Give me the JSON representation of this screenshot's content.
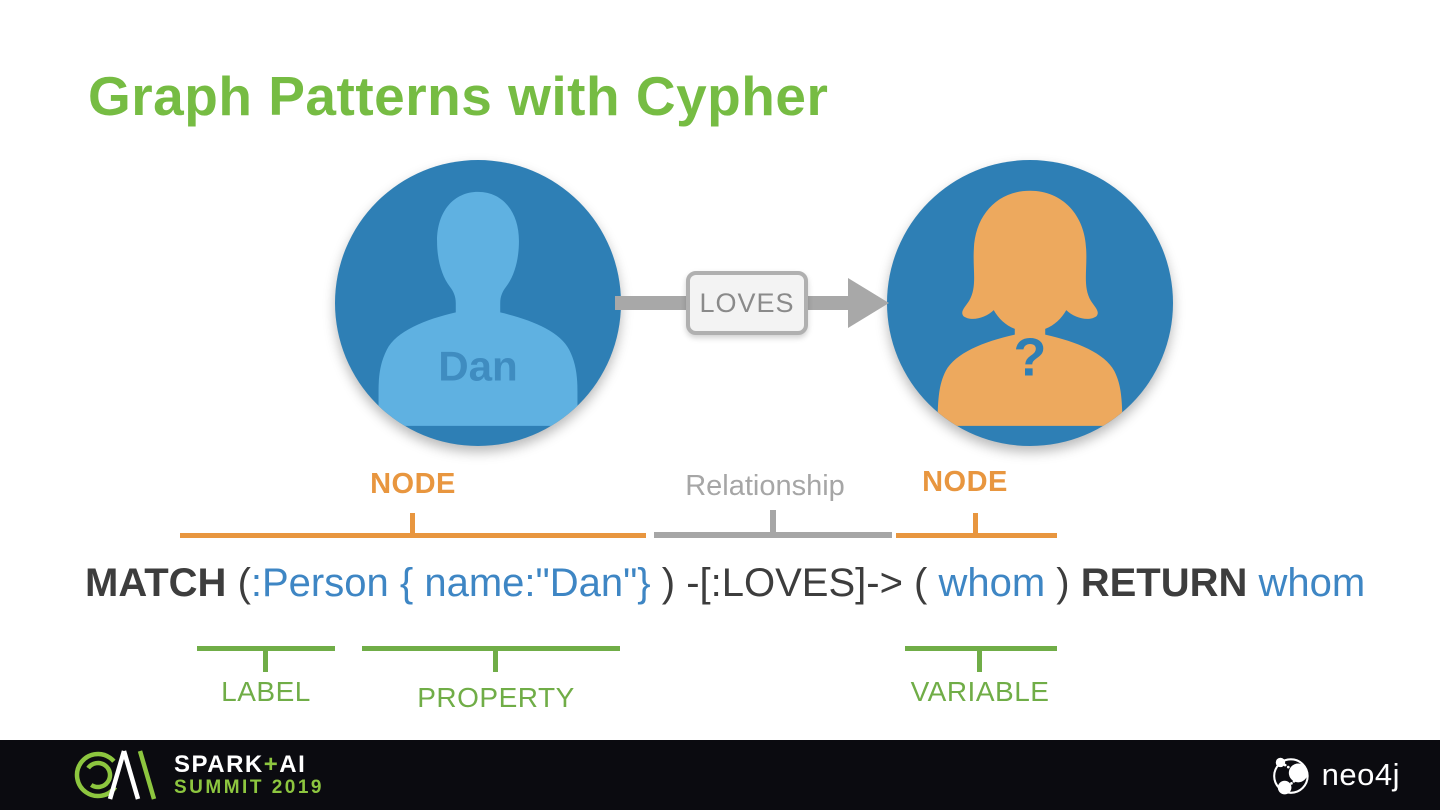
{
  "slide": {
    "title": "Graph Patterns with Cypher"
  },
  "diagram": {
    "left_node": {
      "name": "Dan",
      "type_label": "NODE"
    },
    "right_node": {
      "name": "?",
      "type_label": "NODE"
    },
    "relationship": {
      "label": "LOVES",
      "type_label": "Relationship"
    }
  },
  "query": {
    "segments": [
      {
        "text": "MATCH",
        "role": "keyword"
      },
      {
        "text": " (",
        "role": "plain"
      },
      {
        "text": ":Person { name:\"Dan\"}",
        "role": "value"
      },
      {
        "text": " ) -[:LOVES]-> ( ",
        "role": "plain"
      },
      {
        "text": "whom",
        "role": "value"
      },
      {
        "text": " ) ",
        "role": "plain"
      },
      {
        "text": "RETURN",
        "role": "keyword"
      },
      {
        "text": " ",
        "role": "plain"
      },
      {
        "text": "whom",
        "role": "value"
      }
    ]
  },
  "annotations": {
    "label": "LABEL",
    "property": "PROPERTY",
    "variable": "VARIABLE"
  },
  "footer": {
    "conference_word1": "SPARK",
    "conference_plus": "+",
    "conference_word2": "AI",
    "conference_line2": "SUMMIT 2019",
    "brand": "neo4j"
  },
  "colors": {
    "title-green": "#76bc43",
    "node-blue": "#2e7fb5",
    "male-fill": "#5fb1e1",
    "male-text": "#3f8cc0",
    "female-fill": "#eda95e",
    "orange": "#e8963f",
    "gray": "#a6a6a6",
    "code-dark": "#3d3d3d",
    "code-blue": "#3e86c4",
    "annot-green": "#70ad47",
    "footer-bg": "#0b0b10",
    "summit-green": "#8dc63f"
  }
}
